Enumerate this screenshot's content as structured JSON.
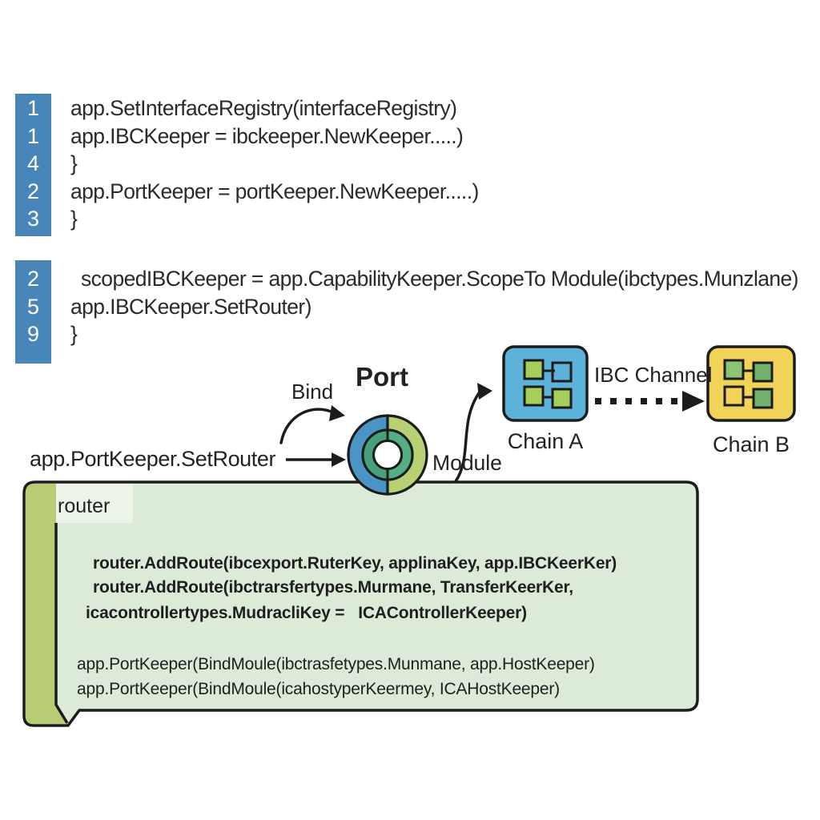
{
  "code_block_1": {
    "gutter_color": "#4886ba",
    "line_numbers": [
      "1",
      "1",
      "4",
      "2",
      "3"
    ],
    "lines": [
      "app.SetInterfaceRegistry(interfaceRegistry)",
      "app.IBCKeeper = ibckeeper.NewKeeper.....)",
      "}",
      "app.PortKeeper = portKeeper.NewKeeper.....)",
      "}"
    ]
  },
  "code_block_2": {
    "gutter_color": "#4886ba",
    "line_numbers": [
      "2",
      "5",
      "9"
    ],
    "lines": [
      "scopedIBCKeeper = app.CapabilityKeeper.ScopeTo Module(ibctypes.Munzlane)",
      "app.IBCKeeper.SetRouter)",
      "}"
    ]
  },
  "diagram": {
    "bind_label": "Bind",
    "port_title": "Port",
    "setrouter_label": "app.PortKeeper.SetRouter",
    "module_label": "Module",
    "ibc_channel_label": "IBC Channel",
    "outline_color": "#1c1c1c",
    "port_ring": {
      "outer_left": "#4b94c6",
      "outer_right": "#b6d073",
      "inner_left": "#46a17b",
      "inner_right": "#54ae83"
    },
    "chain_a": {
      "label": "Chain A",
      "fill": "#5db2d9",
      "square_fill": "#a7ce5a"
    },
    "chain_b": {
      "label": "Chain B",
      "fill": "#f1d35a",
      "square_fill_light": "#8cc475",
      "square_fill_dark": "#70b269"
    }
  },
  "router_box": {
    "label": "router",
    "fill": "#dcebd8",
    "strip_fill": "#b8cc74",
    "label_bg": "#ecf4e8",
    "route_lines": [
      "router.AddRoute(ibcexport.RuterKey, applinaKey, app.IBCKeerKer)",
      "router.AddRoute(ibctrarsfertypes.Murmane, TransferKeerKer,",
      "icacontrollertypes.MudracliKey =   ICAControllerKeeper)"
    ],
    "bind_lines": [
      "app.PortKeeper(BindMoule(ibctrasfetypes.Munmane, app.HostKeeper)",
      "app.PortKeeper(BindMoule(icahostyperKeermey, ICAHostKeeper)"
    ]
  }
}
